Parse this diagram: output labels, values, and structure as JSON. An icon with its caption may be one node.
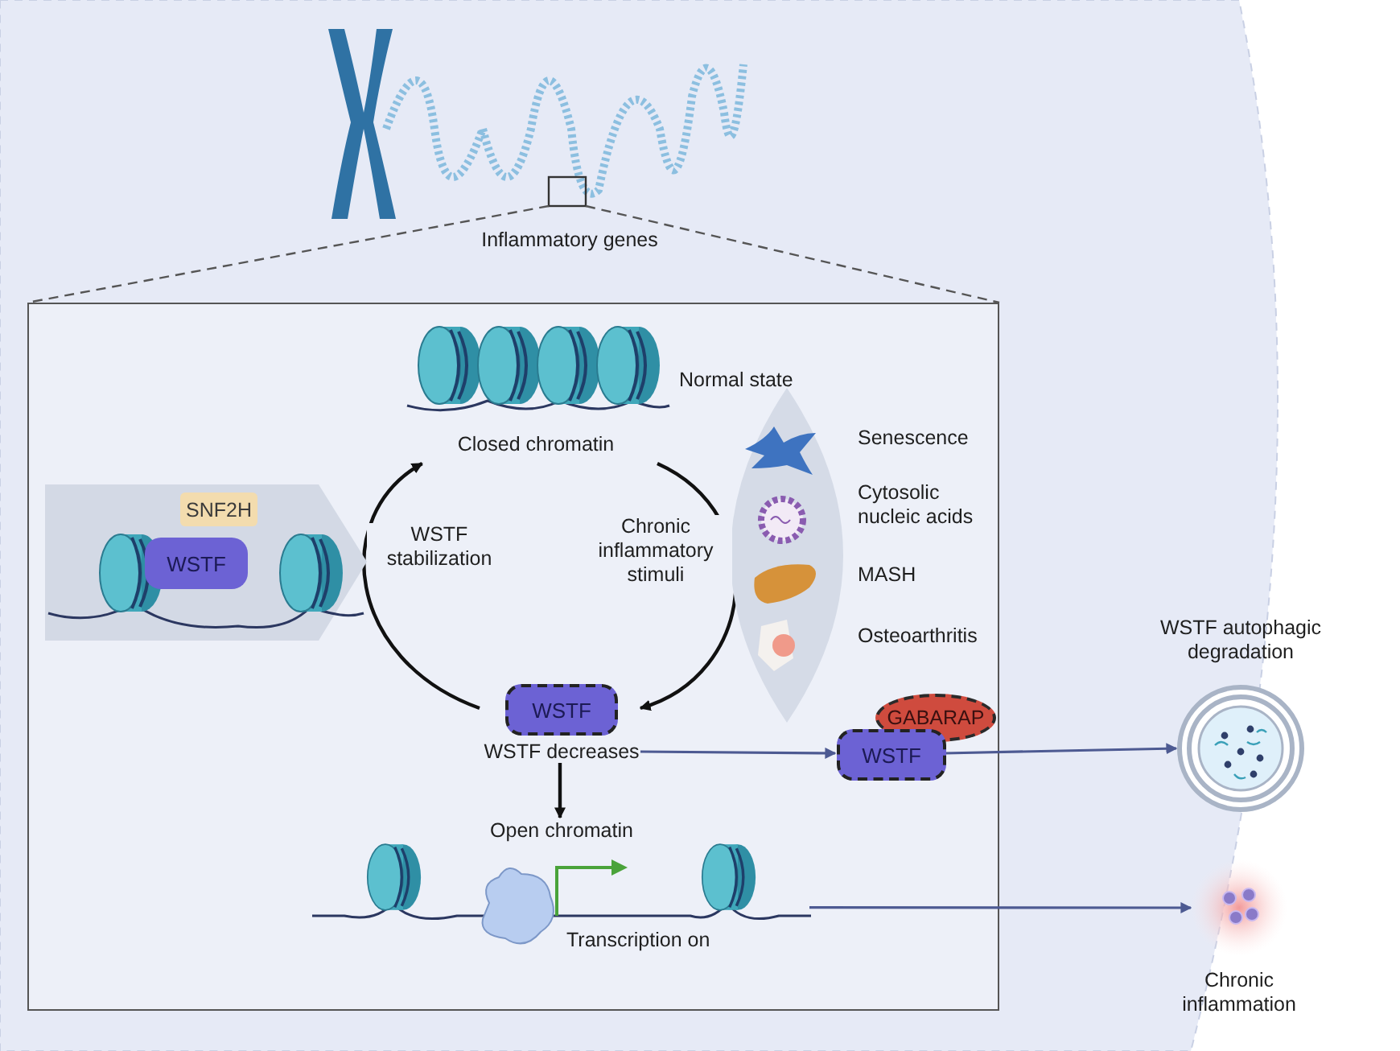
{
  "diagram": {
    "nodes": [
      {
        "text": [],
        "shape": "box"
      },
      {
        "text": [
          "Closed chromatin"
        ],
        "beside": [
          "Normal state"
        ],
        "in": 0
      },
      {
        "text": [],
        "shape": "band",
        "in": 0
      },
      {
        "text": [
          "SNF2H"
        ],
        "in": 2
      },
      {
        "text": [
          "WSTF"
        ],
        "in": 2
      },
      {
        "text": [
          "WSTF"
        ],
        "beside": [
          "WSTF decreases"
        ],
        "in": 0
      },
      {
        "text": [
          "Open chromatin",
          "Transcription on"
        ],
        "in": 0
      },
      {
        "text": [
          "Senescence",
          "Cytosolic nucleic acids",
          "MASH",
          "Osteoarthritis"
        ],
        "in": 0
      },
      {
        "text": [
          "GABARAP"
        ],
        "in": 0
      },
      {
        "text": [
          "WSTF"
        ],
        "in": 0
      },
      {
        "text": [],
        "shape": "circle",
        "beside": [
          "WSTF autophagic degradation"
        ]
      },
      {
        "text": [],
        "shape": "picture",
        "beside": [
          "Chronic inflammation"
        ]
      }
    ],
    "edges": [
      {
        "from": 5,
        "to": 1,
        "arrow": "to",
        "label": "WSTF stabilization"
      },
      {
        "from": 1,
        "to": 5,
        "arrow": "to",
        "label": "Chronic inflammatory stimuli"
      },
      {
        "from": 5,
        "to": 6,
        "arrow": "to"
      },
      {
        "from": 5,
        "to": 9,
        "arrow": "to",
        "color": "#4d5a92"
      },
      {
        "from": 9,
        "to": 10,
        "arrow": "to",
        "color": "#4d5a92"
      },
      {
        "from": 6,
        "to": 11,
        "arrow": "to",
        "color": "#4d5a92"
      }
    ],
    "labels": [
      "Inflammatory genes"
    ]
  }
}
